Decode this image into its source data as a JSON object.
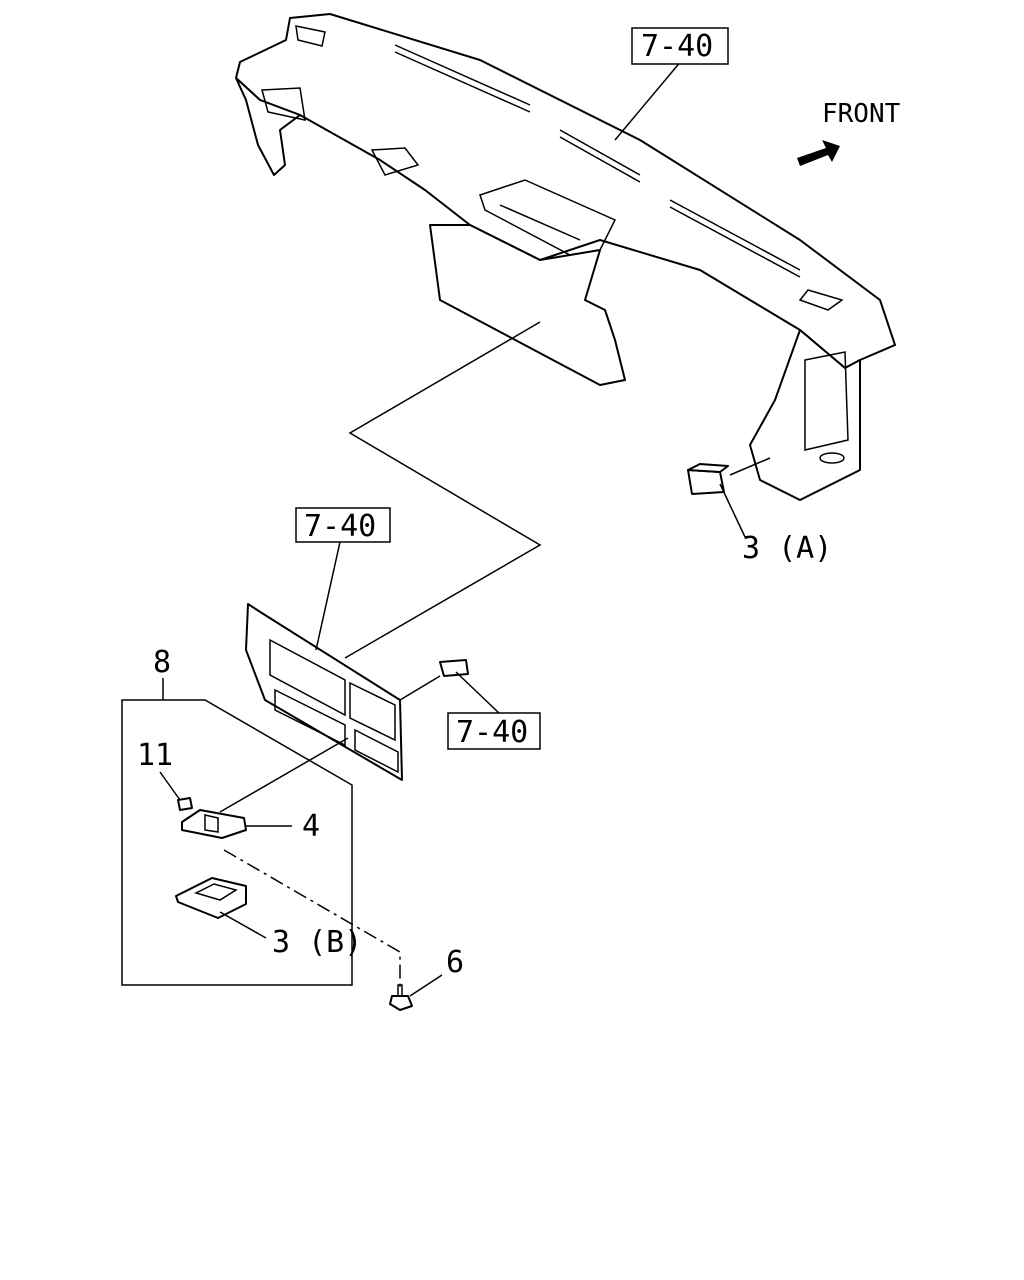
{
  "direction": {
    "label": "FRONT",
    "icon": "arrow-icon"
  },
  "references": {
    "instrument_panel": "7-40",
    "center_cluster": "7-40",
    "clip": "7-40"
  },
  "callouts": {
    "box_assembly": "8",
    "lamp_bulb": "11",
    "lamp_socket": "4",
    "tray_a": "3 (A)",
    "tray_b": "3 (B)",
    "screw": "6"
  }
}
